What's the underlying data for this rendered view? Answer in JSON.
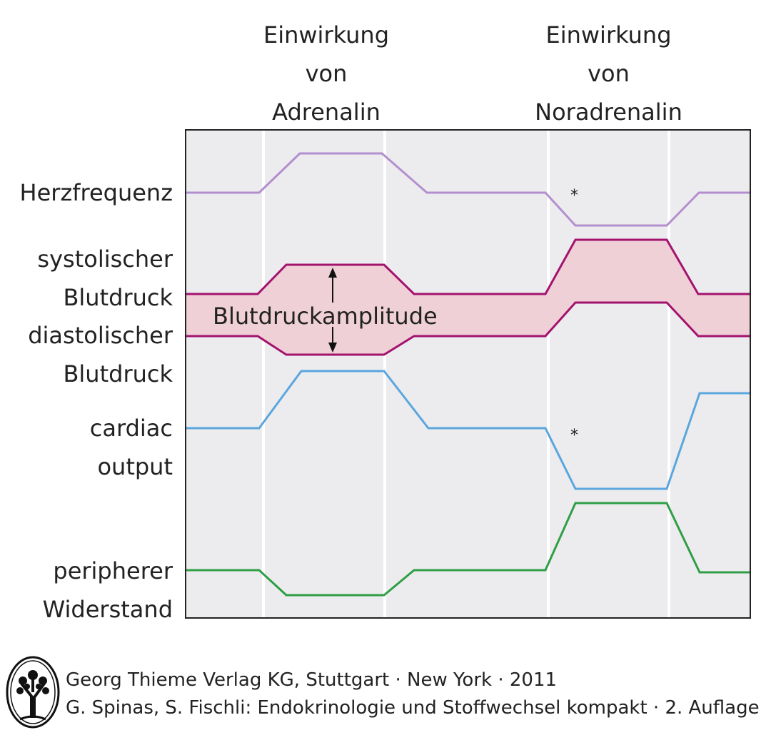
{
  "phases": [
    {
      "lines": [
        "Einwirkung",
        "von",
        "Adrenalin"
      ]
    },
    {
      "lines": [
        "Einwirkung",
        "von",
        "Noradrenalin"
      ]
    }
  ],
  "rows": {
    "herzfrequenz": [
      "Herzfrequenz"
    ],
    "systolisch": [
      "systolischer",
      "Blutdruck"
    ],
    "diastolisch": [
      "diastolischer",
      "Blutdruck"
    ],
    "cardiac": [
      "cardiac",
      "output"
    ],
    "widerstand": [
      "peripherer",
      "Widerstand"
    ]
  },
  "annotations": {
    "amplitude": "Blutdruckamplitude",
    "asterisk": "*"
  },
  "colors": {
    "herzfrequenz": "#b48fcf",
    "blutdruck": "#a3136e",
    "amplitude_fill": "#efd0d6",
    "cardiac": "#5aa6dd",
    "widerstand": "#2f9e45",
    "panel_bg": "#ececee"
  },
  "footer": {
    "publisher": "Georg Thieme Verlag KG, Stuttgart · New York · 2011",
    "citation": "G. Spinas, S. Fischli: Endokrinologie und Stoffwechsel kompakt · 2. Auflage",
    "logo_icon": "tree-seal-icon"
  }
}
